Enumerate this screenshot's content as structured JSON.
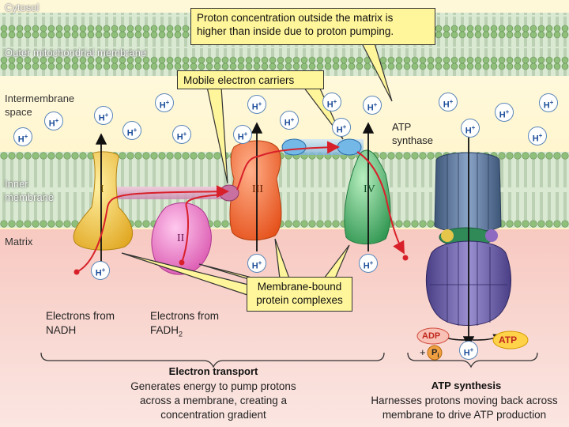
{
  "regions": {
    "cytosol": "Cytosol",
    "outer_membrane": "Outer mitochondrial membrane",
    "intermembrane_1": "Intermembrane",
    "intermembrane_2": "space",
    "inner_1": "Inner",
    "inner_2": "membrane",
    "matrix": "Matrix"
  },
  "callouts": {
    "proton_line1": "Proton concentration outside the matrix is",
    "proton_line2": "higher than inside due to proton pumping.",
    "mobile_carriers": "Mobile electron carriers",
    "complexes_line1": "Membrane-bound",
    "complexes_line2": "protein complexes"
  },
  "complexes": [
    "I",
    "II",
    "III",
    "IV"
  ],
  "atp_synthase": {
    "line1": "ATP",
    "line2": "synthase"
  },
  "proton_label": "H",
  "proton_charge": "+",
  "sources": {
    "nadh_line1": "Electrons from",
    "nadh_line2": "NADH",
    "fadh_line1": "Electrons from",
    "fadh_line2": "FADH",
    "fadh_sub": "2"
  },
  "molecules": {
    "adp": "ADP",
    "pi_prefix": "+",
    "pi": "P",
    "pi_sub": "i",
    "atp": "ATP"
  },
  "sections": {
    "electron_transport": {
      "title": "Electron transport",
      "line1": "Generates energy to pump protons",
      "line2": "across a membrane, creating a",
      "line3": "concentration gradient"
    },
    "atp_synthesis": {
      "title": "ATP synthesis",
      "line1": "Harnesses protons moving back across",
      "line2": "membrane to drive ATP production"
    }
  },
  "colors": {
    "membrane_band": "#c8dcc2",
    "lipid_head": "#8fbf7a",
    "intermembrane": "#fff6c8",
    "matrix": "#f6c8c0",
    "complex_I": "#f2c43a",
    "complex_II": "#e86fc0",
    "complex_III": "#f26a2c",
    "complex_IV": "#4fb56a",
    "atp_synthase": "#4d6a93",
    "electron_path": "#d8202a",
    "callout": "#fff59a"
  }
}
